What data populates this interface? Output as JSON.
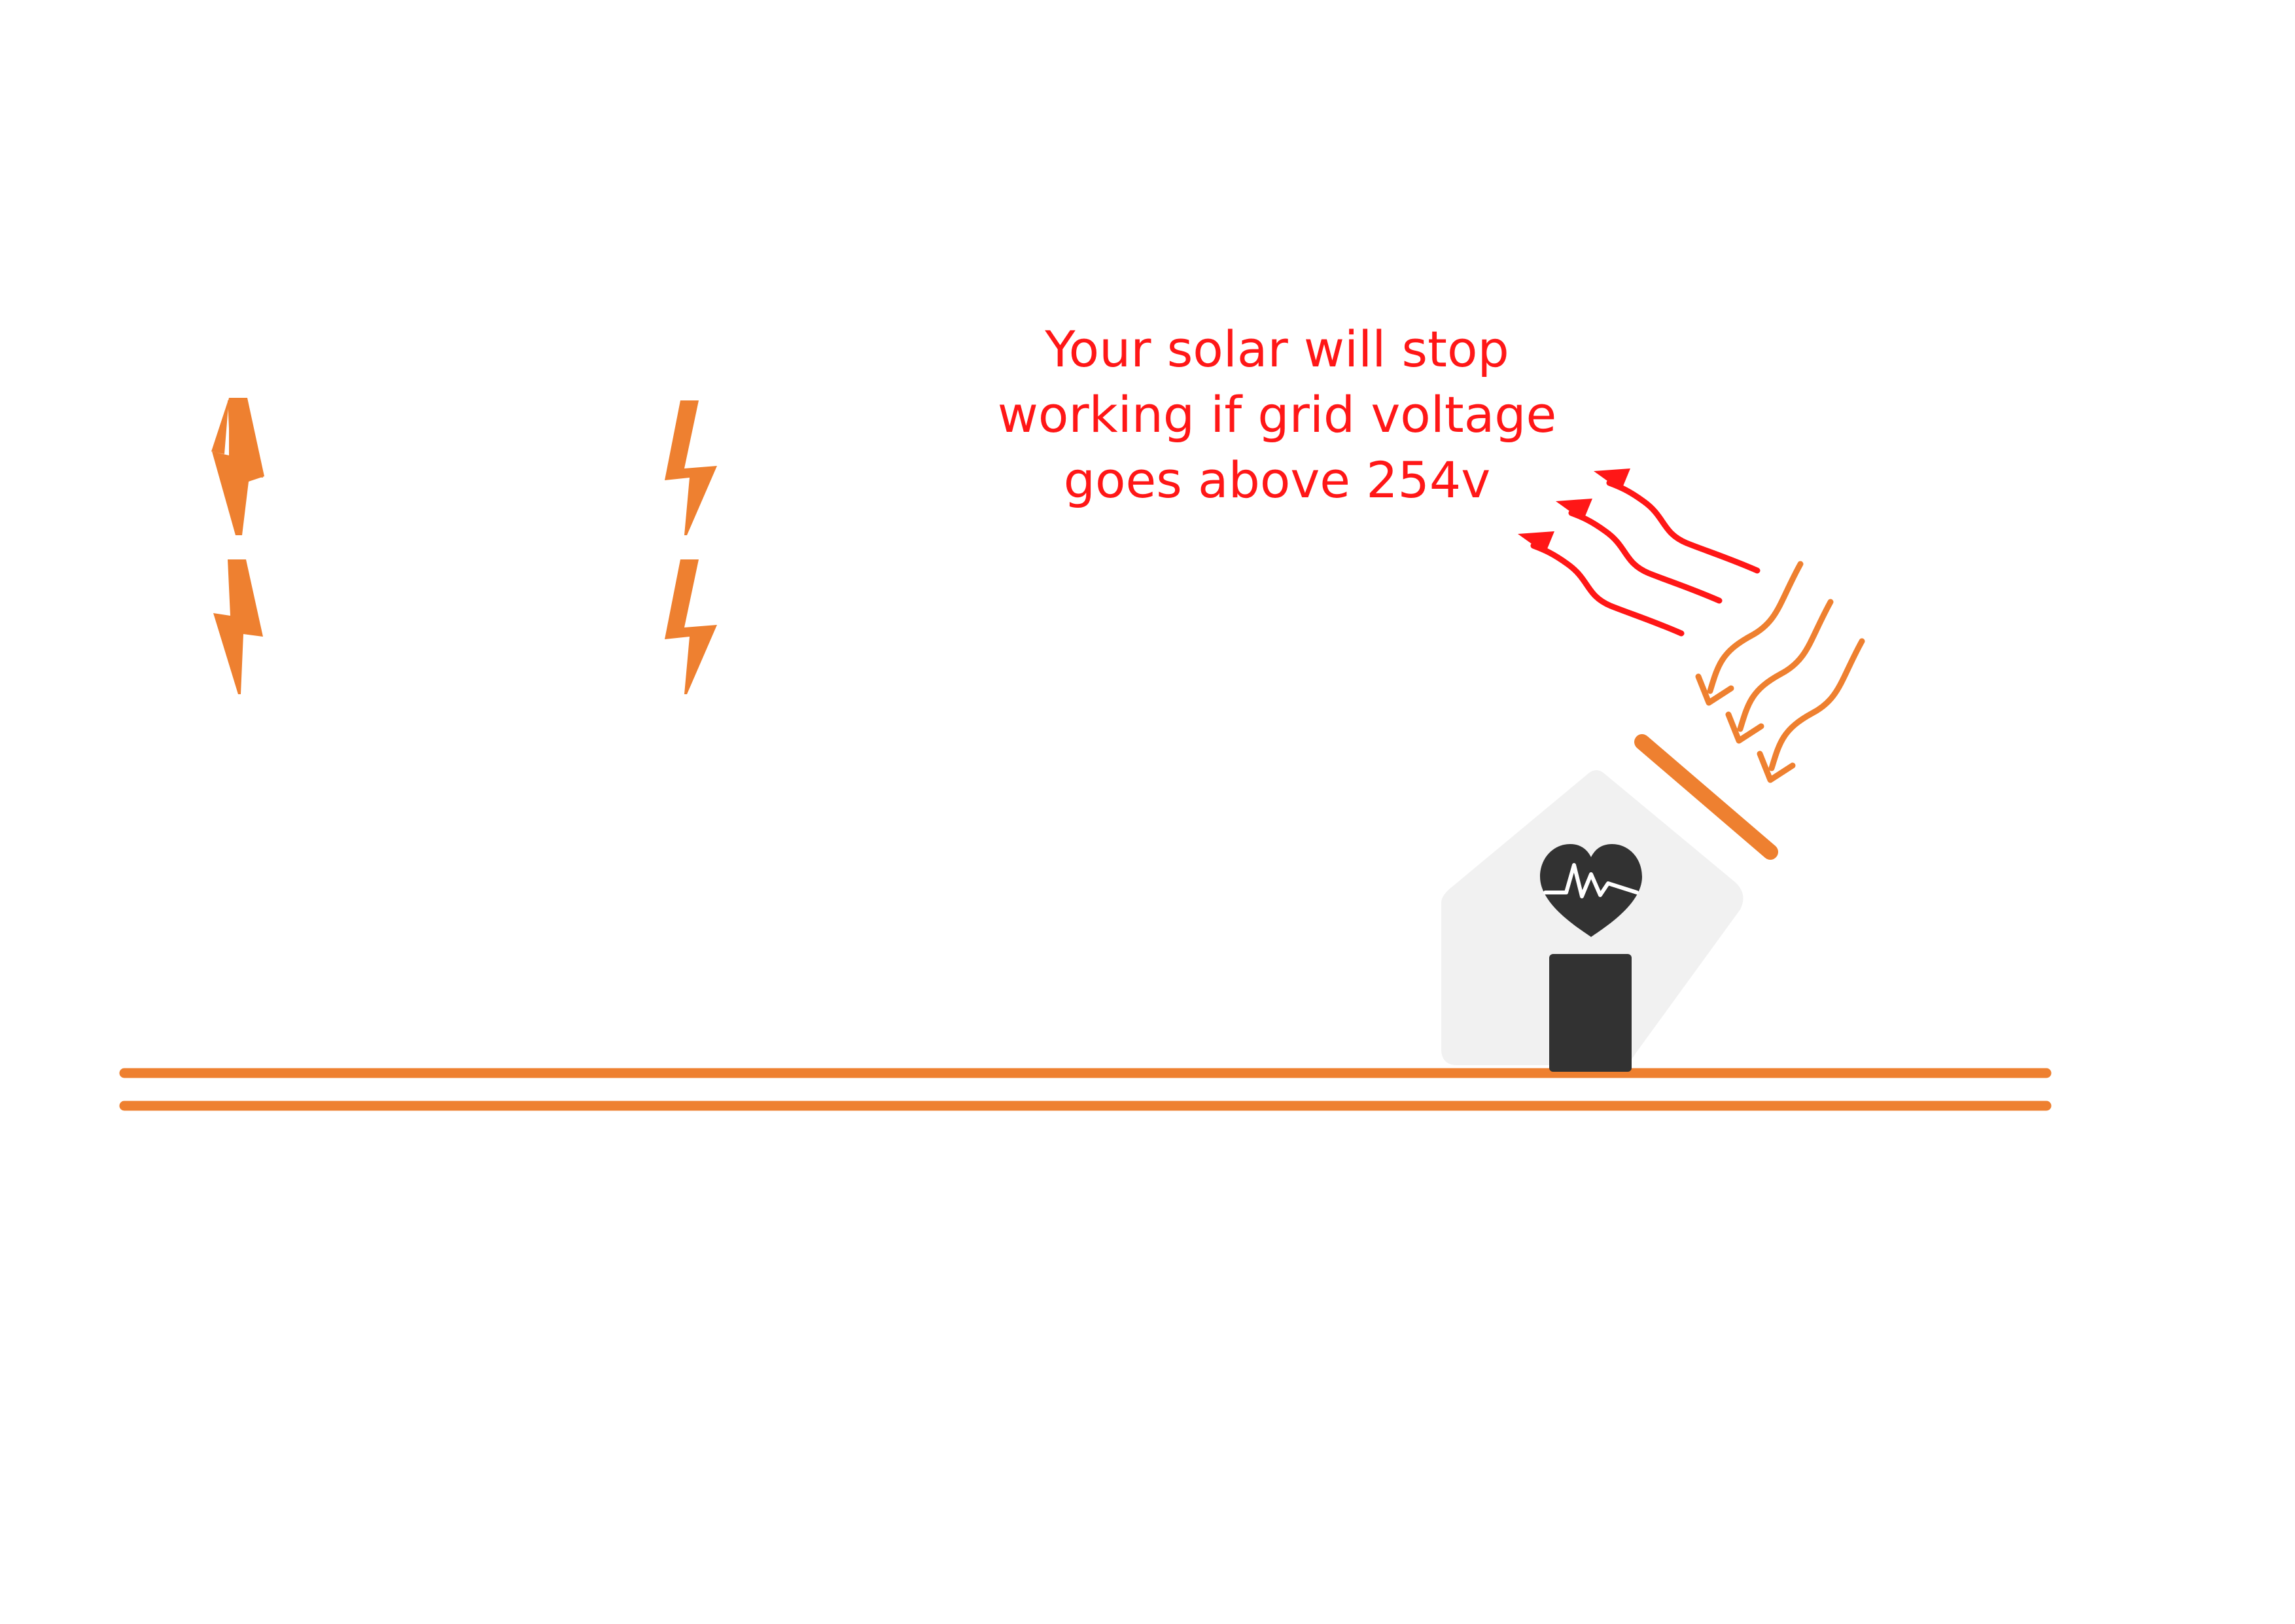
{
  "caption": {
    "lines": [
      "Your solar will stop",
      "working if grid voltage",
      "goes above 254v"
    ]
  },
  "colors": {
    "accent_orange": "#ee8030",
    "warning_red": "#ff1717",
    "house_fill": "#f1f1f1",
    "door_and_heart": "#323232",
    "background": "#ffffff"
  },
  "icons": {
    "lightning": "lightning-bolt-icon",
    "house": "house-icon",
    "heart_rate": "heart-pulse-icon",
    "solar_panel": "solar-panel-icon",
    "sun_rays": "incoming-wave-arrow-icon",
    "export_rays": "outgoing-wave-arrow-icon"
  }
}
